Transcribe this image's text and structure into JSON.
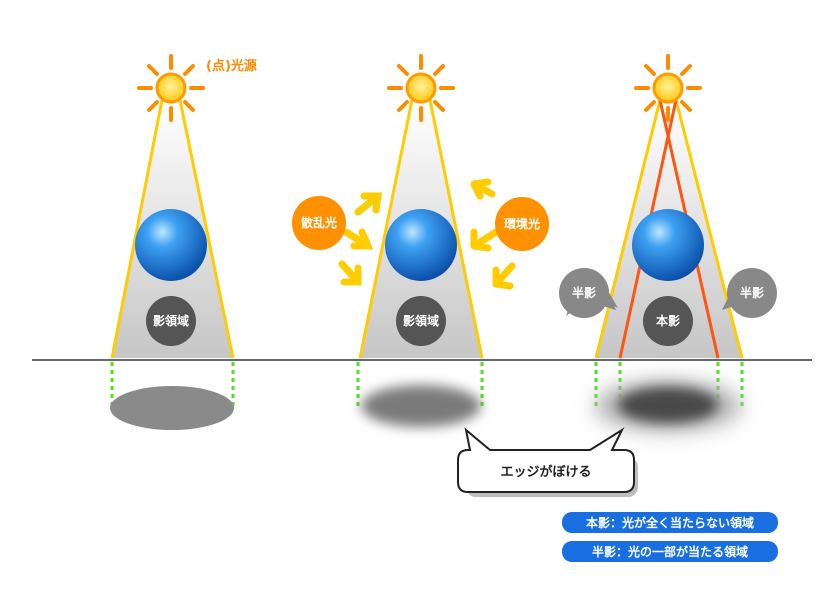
{
  "light_source_label": "(点)光源",
  "panel1": {
    "shadow_region_label": "影領域"
  },
  "panel2": {
    "scattered_light_label": "散乱光",
    "ambient_light_label": "環境光",
    "shadow_region_label": "影領域"
  },
  "panel3": {
    "penumbra_left_label": "半影",
    "penumbra_right_label": "半影",
    "umbra_label": "本影"
  },
  "callout": {
    "text": "エッジがぼける"
  },
  "legend": {
    "umbra_def": "本影：光が全く当たらない領域",
    "penumbra_def": "半影：光の一部が当たる領域"
  },
  "colors": {
    "sun_fill": "#ffd21f",
    "sun_ray": "#ff8c00",
    "light_cone": "#ffcc00",
    "umbra_ray": "#ff5511",
    "sphere": "#1a7fe0",
    "region_badge": "#555555",
    "shadow": "#888888",
    "edge_dash": "#55dd22",
    "legend_badge": "#1a6fe0"
  }
}
